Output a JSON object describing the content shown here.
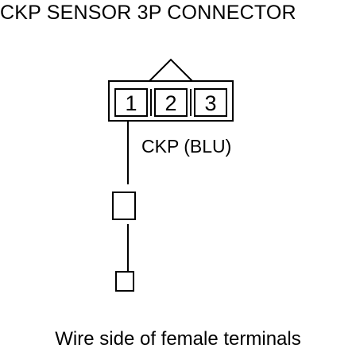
{
  "title": "CKP SENSOR 3P CONNECTOR",
  "caption": "Wire side of female terminals",
  "connector": {
    "pins": [
      "1",
      "2",
      "3"
    ],
    "wire_label": "CKP (BLU)"
  },
  "colors": {
    "line": "#000000",
    "background": "#ffffff"
  }
}
